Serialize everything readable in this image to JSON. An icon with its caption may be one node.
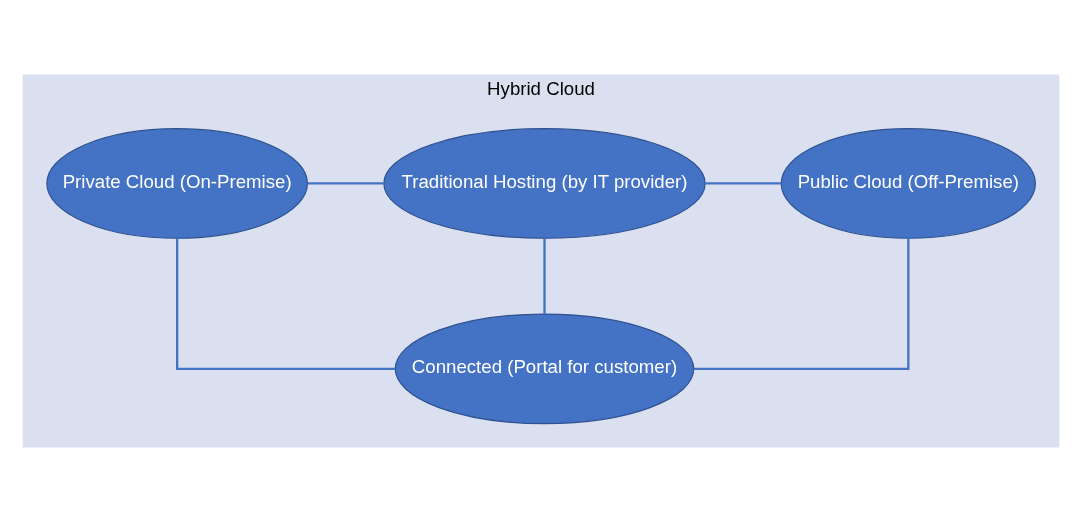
{
  "diagram": {
    "nodes": [
      {
        "text": [
          "Hybrid Cloud"
        ]
      },
      {
        "text": [
          "Private Cloud (On-Premise)"
        ],
        "in": 0
      },
      {
        "text": [
          "Traditional Hosting (by IT provider)"
        ],
        "in": 0
      },
      {
        "text": [
          "Public Cloud (Off-Premise)"
        ],
        "in": 0
      },
      {
        "text": [
          "Connected (Portal for customer)"
        ],
        "in": 0
      }
    ],
    "edges": [
      {
        "from": 1,
        "to": 2,
        "arrow": "none"
      },
      {
        "from": 2,
        "to": 3,
        "arrow": "none"
      },
      {
        "from": 2,
        "to": 4,
        "arrow": "none"
      },
      {
        "from": 1,
        "to": 4,
        "arrow": "none"
      },
      {
        "from": 3,
        "to": 4,
        "arrow": "none"
      }
    ]
  }
}
